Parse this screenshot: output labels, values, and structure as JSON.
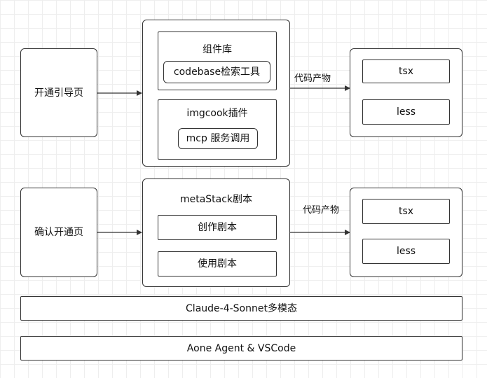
{
  "row1": {
    "entry": "开通引导页",
    "group": {
      "components": {
        "title": "组件库",
        "item": "codebase检索工具"
      },
      "plugin": {
        "title": "imgcook插件",
        "item": "mcp 服务调用"
      }
    },
    "output_label": "代码产物",
    "outputs": [
      "tsx",
      "less"
    ]
  },
  "row2": {
    "entry": "确认开通页",
    "group": {
      "title": "metaStack剧本",
      "items": [
        "创作剧本",
        "使用剧本"
      ]
    },
    "output_label": "代码产物",
    "outputs": [
      "tsx",
      "less"
    ]
  },
  "layers": [
    "Claude-4-Sonnet多模态",
    "Aone Agent & VSCode"
  ],
  "colors": {
    "border": "#333333",
    "grid": "#eeeeee",
    "background": "#ffffff"
  }
}
